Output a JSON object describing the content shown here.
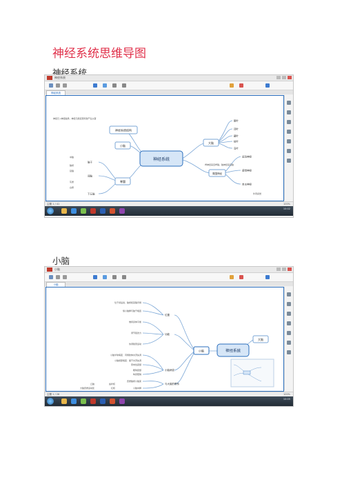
{
  "page": {
    "title": "神经系统思维导图",
    "section1_heading": "神经系统",
    "section2_heading": "小脑"
  },
  "colors": {
    "title": "#e0304a",
    "accent": "#2a6ebd",
    "branch": "#7aa6d6",
    "center_node_fill": "#d6e6f7",
    "app_logo": "#c0392b"
  },
  "screenshot1": {
    "tab_label": "神经系统",
    "center": "神经系统",
    "nodes": {
      "top_left": "神经系统结构",
      "top_left_note": "神经元+神经胶质，神经元能接受刺激产生兴奋",
      "small_brain": "小脑",
      "big_brain": "大脑",
      "big_brain_children": [
        "额叶",
        "顶叶",
        "颞叶",
        "枕叶",
        "岛叶"
      ],
      "spinal": "脊髓",
      "brainstem": "脑干",
      "peripheral": "周围神经",
      "diencephalon": "间脑",
      "peripheral_note": "脊神经来自脊髓，脑神经来自脑",
      "hypothalamus": "下丘脑",
      "label_a": "外周感觉",
      "label_b": "运动神经",
      "label_c": "感觉神经",
      "label_d": "自主神经",
      "brainstem_children": [
        "中脑",
        "脑桥",
        "延髓"
      ],
      "spinal_children": [
        "灰质",
        "白质"
      ]
    },
    "status_left": "主题 1 / 41",
    "status_zoom": "100%",
    "clock": "10:02"
  },
  "screenshot2": {
    "tab_label": "小脑",
    "center": "神经系统",
    "main": "小脑",
    "side": "大脑",
    "branches": [
      "位置",
      "功能",
      "小脑病变",
      "与大脑的联系"
    ],
    "texts": [
      "位于颅后窝，脑桥和延髓背侧",
      "借小脑脚与脑干相连",
      "维持身体平衡",
      "调节肌张力",
      "协调随意运动",
      "小脑半球病变：同侧肢体共济失调",
      "小脑蚓部病变：躯干共济失调",
      "意向性震颤",
      "眼球震颤",
      "构音障碍",
      "皮质脑桥小脑束",
      "小脑中脚",
      "齿状核",
      "红核",
      "丘脑",
      "大脑皮质运动区"
    ],
    "status_left": "主题 1 / 26",
    "status_zoom": "100%",
    "clock": "10:05"
  }
}
